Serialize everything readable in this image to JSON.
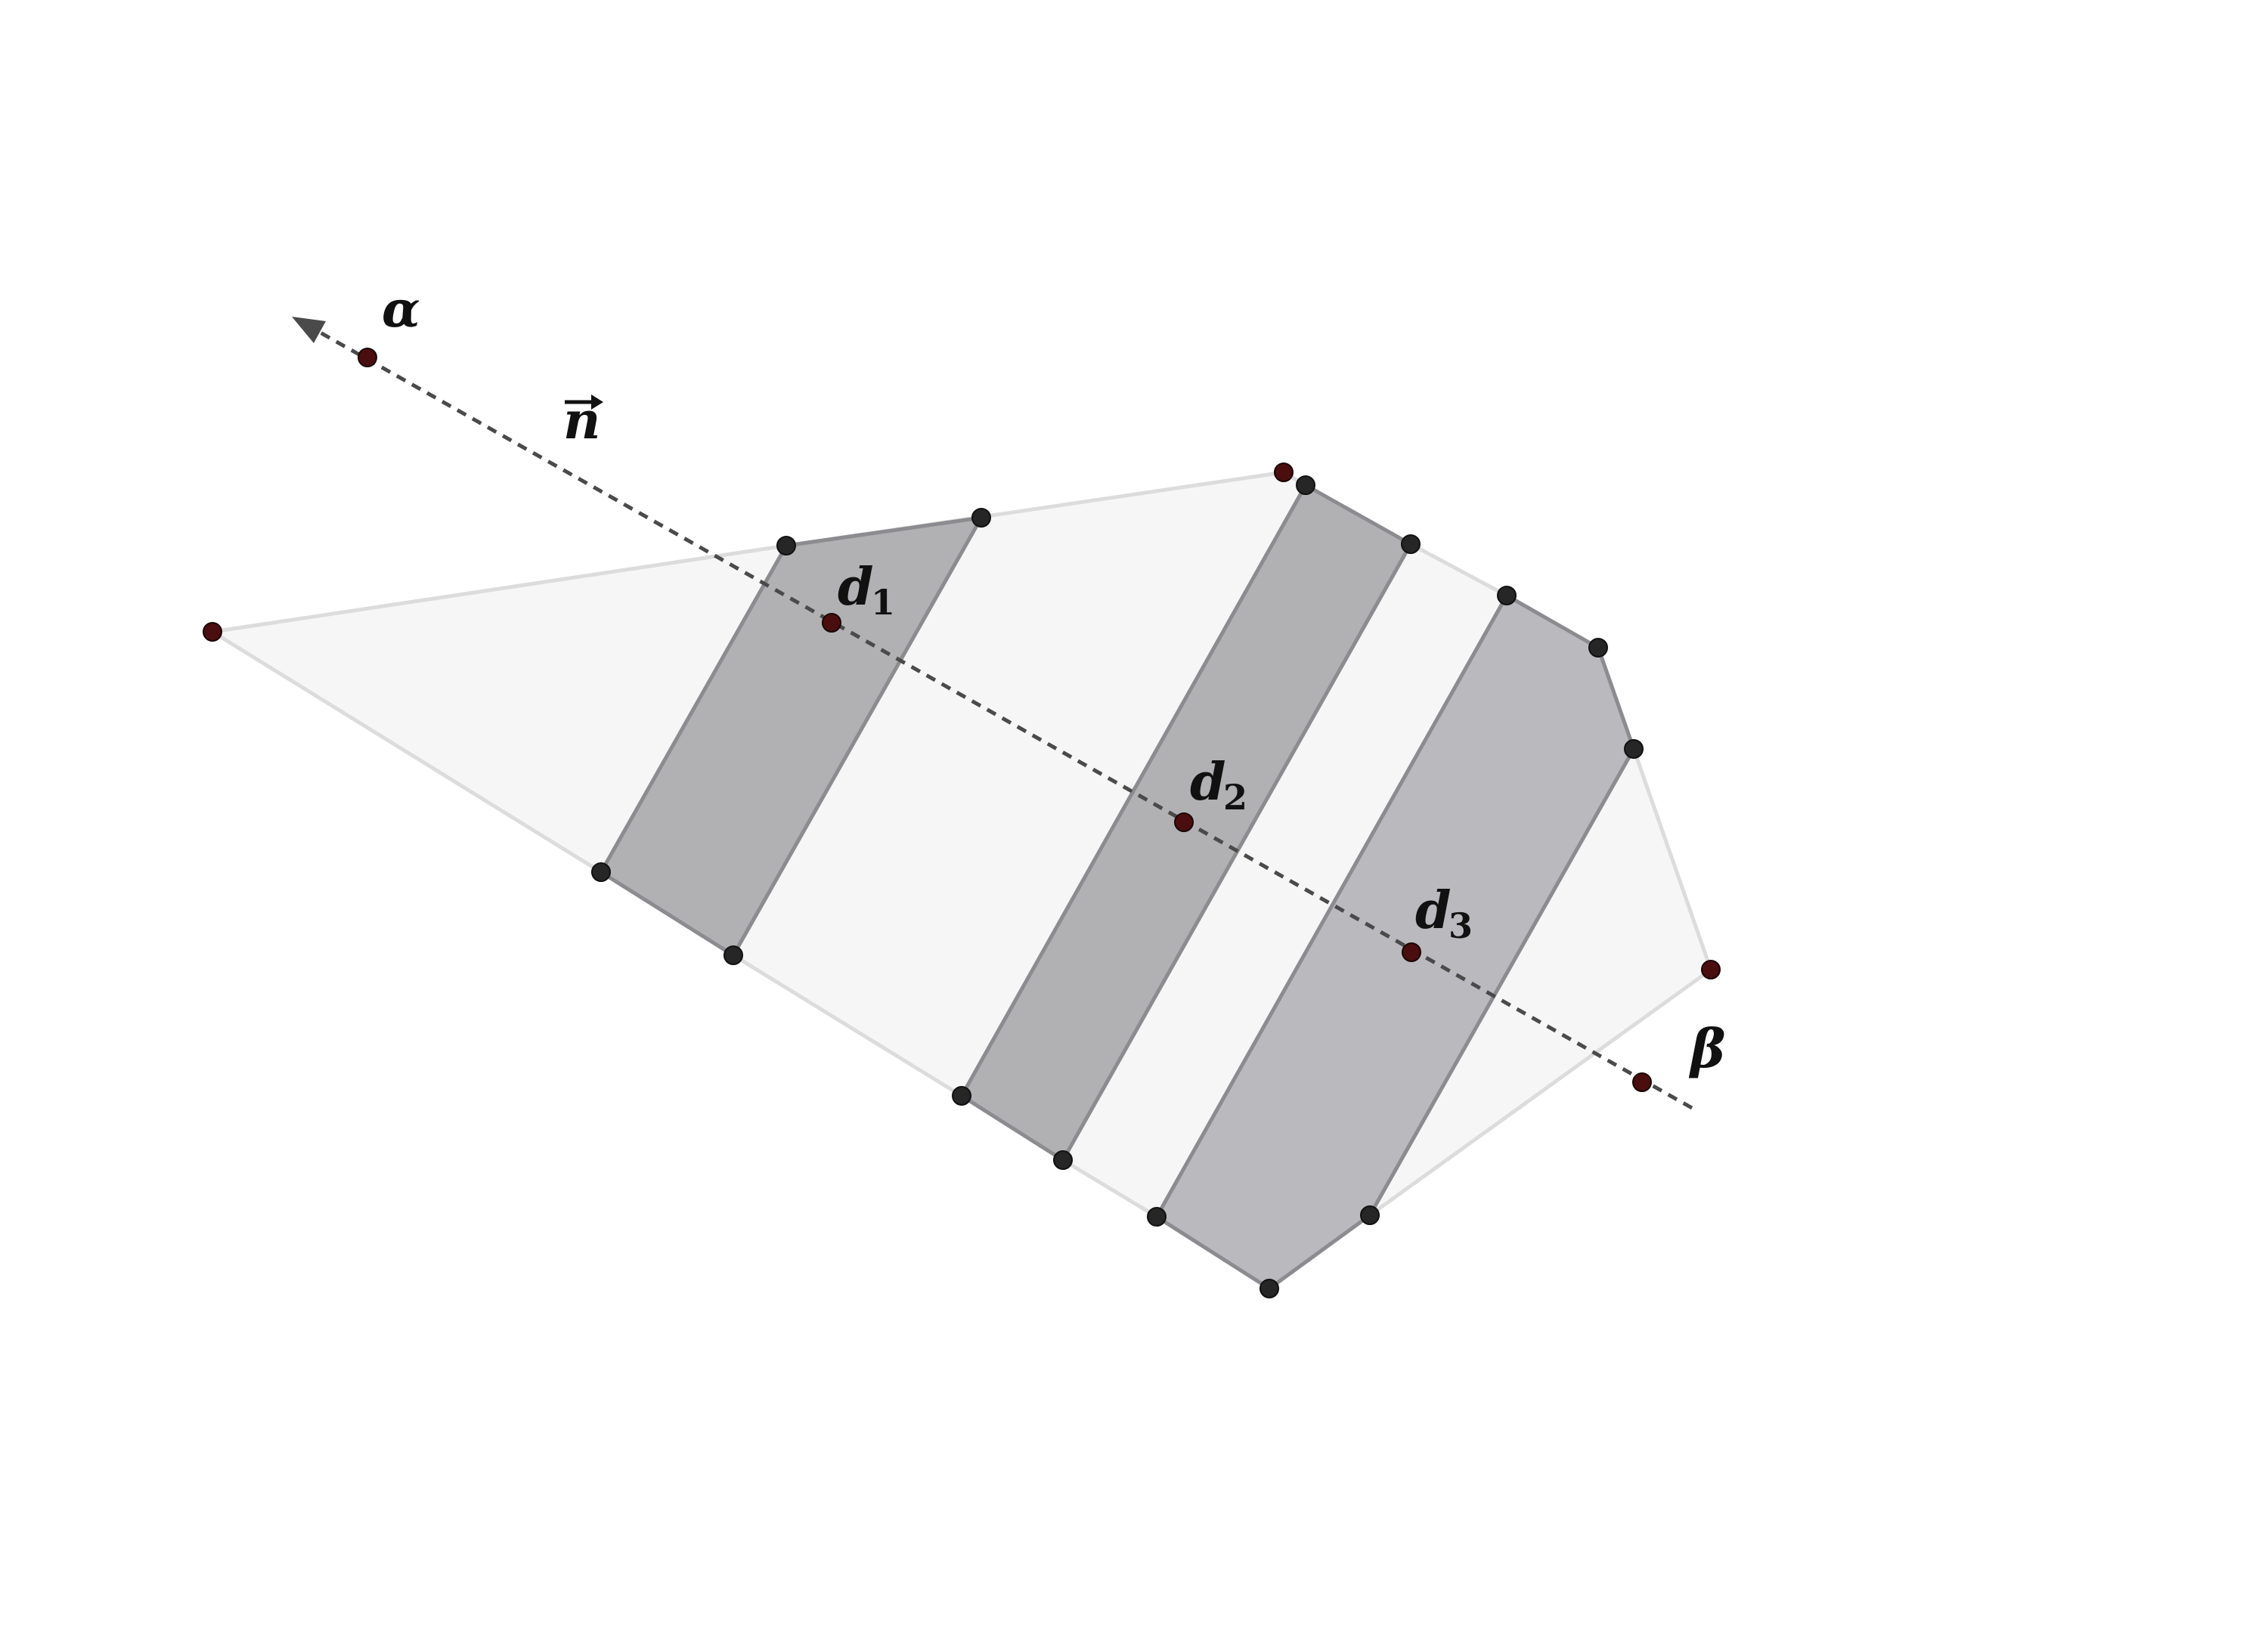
{
  "labels": {
    "alpha": "α",
    "beta": "β",
    "normal": "n",
    "d1_main": "d",
    "d1_sub": "1",
    "d2_main": "d",
    "d2_sub": "2",
    "d3_main": "d",
    "d3_sub": "3"
  },
  "colors": {
    "hull_fill": "#f6f6f6",
    "hull_stroke": "#dcdcdc",
    "slab_1": "#b1b1b3",
    "slab_2": "#b1b1b3",
    "slab_3": "#b9b9be",
    "slab_stroke": "#8c8c90",
    "vertex": "#262626",
    "axis_point": "#4a0e0e",
    "axis_line": "#4a4a4a"
  }
}
